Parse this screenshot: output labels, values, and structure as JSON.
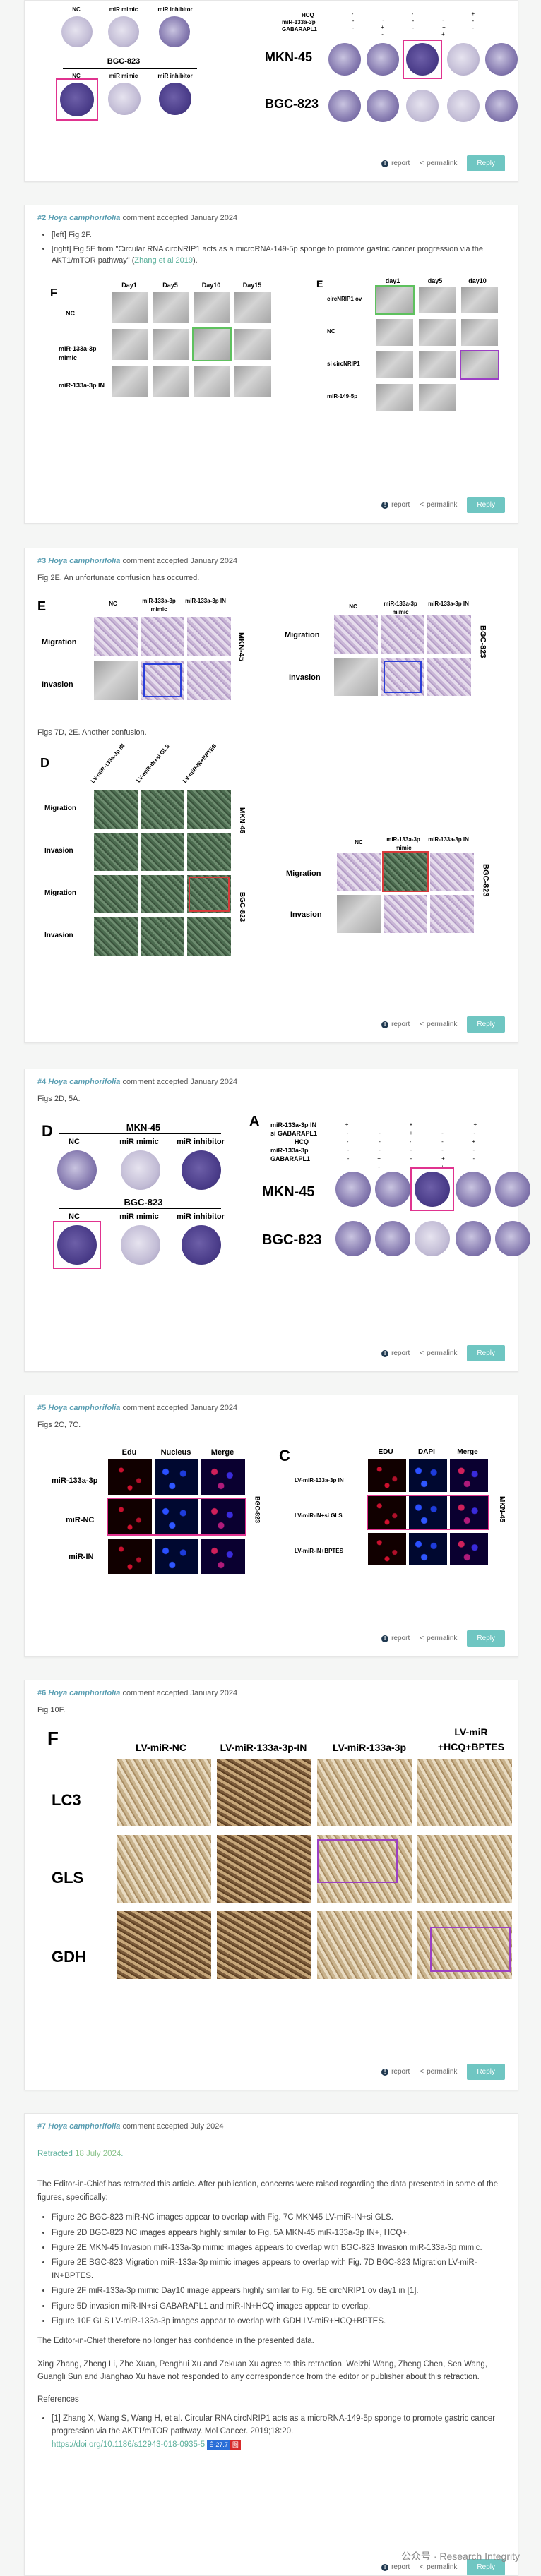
{
  "footer": {
    "report": "report",
    "permalink": "permalink",
    "reply": "Reply"
  },
  "c1": {
    "labels": {
      "nc": "NC",
      "mimic": "miR mimic",
      "inhibitor": "miR inhibitor",
      "bgc": "BGC-823",
      "mkn": "MKN-45",
      "bgc2": "BGC-823"
    },
    "treatments": [
      "HCQ",
      "miR-133a-3p",
      "GABARAPL1"
    ]
  },
  "c2": {
    "num": "#2",
    "author": "Hoya camphorifolia",
    "meta": "comment accepted January 2024",
    "bullets": [
      "[left] Fig 2F.",
      "[right] Fig 5E from \"Circular RNA circNRIP1 acts as a microRNA-149-5p sponge to promote gastric cancer progression via the AKT1/mTOR pathway\" ("
    ],
    "ref_link": "Zhang et al 2019",
    "bullet2_end": ").",
    "figF": {
      "label": "F",
      "days": [
        "Day1",
        "Day5",
        "Day10",
        "Day15"
      ],
      "rows": [
        "NC",
        "miR-133a-3p mimic",
        "miR-133a-3p IN"
      ]
    },
    "figE": {
      "label": "E",
      "days": [
        "day1",
        "day5",
        "day10"
      ],
      "rows": [
        "circNRIP1 ov",
        "NC",
        "si circNRIP1",
        "miR-149-5p"
      ]
    }
  },
  "c3": {
    "num": "#3",
    "author": "Hoya camphorifolia",
    "meta": "comment accepted January 2024",
    "text1": "Fig 2E. An unfortunate confusion has occurred.",
    "text2": "Figs 7D, 2E. Another confusion.",
    "figE": {
      "label": "E",
      "cols": [
        "NC",
        "miR-133a-3p mimic",
        "miR-133a-3p IN"
      ],
      "rows": [
        "Migration",
        "Invasion"
      ],
      "cell1": "MKN-45",
      "cell2": "BGC-823"
    },
    "figD": {
      "label": "D",
      "cols": [
        "LV-miR-133a-3p IN",
        "LV-miR-IN+si GLS",
        "LV-miR-IN+BPTES"
      ],
      "rows": [
        "Migration",
        "Invasion",
        "Migration",
        "Invasion"
      ],
      "cell1": "MKN-45",
      "cell2": "BGC-823"
    },
    "figE2": {
      "cols": [
        "NC",
        "miR-133a-3p mimic",
        "miR-133a-3p IN"
      ],
      "rows": [
        "Migration",
        "Invasion"
      ],
      "cell": "BGC-823"
    }
  },
  "c4": {
    "num": "#4",
    "author": "Hoya camphorifolia",
    "meta": "comment accepted January 2024",
    "text": "Figs 2D, 5A.",
    "figD": {
      "label": "D",
      "title": "MKN-45",
      "cols": [
        "NC",
        "miR mimic",
        "miR inhibitor"
      ],
      "bgc": "BGC-823"
    },
    "figA": {
      "label": "A",
      "treatments": [
        "miR-133a-3p IN",
        "si GABARAPL1",
        "HCQ",
        "miR-133a-3p",
        "GABARAPL1"
      ],
      "cells": [
        "MKN-45",
        "BGC-823"
      ]
    }
  },
  "c5": {
    "num": "#5",
    "author": "Hoya camphorifolia",
    "meta": "comment accepted January 2024",
    "text": "Figs 2C, 7C.",
    "left": {
      "cols": [
        "Edu",
        "Nucleus",
        "Merge"
      ],
      "rows": [
        "miR-133a-3p",
        "miR-NC",
        "miR-IN"
      ],
      "cell": "BGC-823"
    },
    "right": {
      "label": "C",
      "cols": [
        "EDU",
        "DAPI",
        "Merge"
      ],
      "rows": [
        "LV-miR-133a-3p IN",
        "LV-miR-IN+si GLS",
        "LV-miR-IN+BPTES"
      ],
      "cell": "MKN-45"
    }
  },
  "c6": {
    "num": "#6",
    "author": "Hoya camphorifolia",
    "meta": "comment accepted January 2024",
    "text": "Fig 10F.",
    "fig": {
      "label": "F",
      "cols": [
        "LV-miR-NC",
        "LV-miR-133a-3p-IN",
        "LV-miR-133a-3p",
        "LV-miR +HCQ+BPTES"
      ],
      "rows": [
        "LC3",
        "GLS",
        "GDH"
      ]
    }
  },
  "c7": {
    "num": "#7",
    "author": "Hoya camphorifolia",
    "meta": "comment accepted July 2024",
    "retracted_prefix": "Retracted ",
    "retracted_date": "18 July 2024",
    "retracted_suffix": ".",
    "p1": "The Editor-in-Chief has retracted this article. After publication, concerns were raised regarding the data presented in some of the figures, specifically:",
    "bullets": [
      "Figure 2C BGC-823 miR-NC images appear to overlap with Fig. 7C MKN45 LV-miR-IN+si GLS.",
      "Figure 2D BGC-823 NC images appears highly similar to Fig. 5A MKN-45 miR-133a-3p IN+, HCQ+.",
      "Figure 2E MKN-45 Invasion miR-133a-3p mimic images appears to overlap with BGC-823 Invasion miR-133a-3p mimic.",
      "Figure 2E BGC-823 Migration miR-133a-3p mimic images appears to overlap with Fig. 7D BGC-823 Migration LV-miR-IN+BPTES.",
      "Figure 2F miR-133a-3p mimic Day10 image appears highly similar to Fig. 5E circNRIP1 ov day1 in [1].",
      "Figure 5D invasion miR-IN+si GABARAPL1 and miR-IN+HCQ images appear to overlap.",
      "Figure 10F GLS LV-miR-133a-3p images appear to overlap with GDH LV-miR+HCQ+BPTES."
    ],
    "p2": "The Editor-in-Chief therefore no longer has confidence in the presented data.",
    "p3": "Xing Zhang, Zheng Li, Zhe Xuan, Penghui Xu and Zekuan Xu agree to this retraction. Weizhi Wang, Zheng Chen, Sen Wang, Guangli Sun and Jianghao Xu have not responded to any correspondence from the editor or publisher about this retraction.",
    "refs_title": "References",
    "ref1": "[1] Zhang X, Wang S, Wang H, et al. Circular RNA circNRIP1 acts as a microRNA-149-5p sponge to promote gastric cancer progression via the AKT1/mTOR pathway. Mol Cancer. 2019;18:20.",
    "ref1_link": "https://doi.org/10.1186/s12943-018-0935-5",
    "badge1": "É-27.7",
    "badge2": "图"
  },
  "watermark": "公众号 · Research Integrity",
  "colors": {
    "accent": "#5bb09b",
    "reply": "#6fc6c2",
    "pink": "#e0338f",
    "green": "#5ec15e",
    "purple": "#9b3fc4",
    "blue": "#2a3ed8",
    "red": "#d83a3a"
  }
}
